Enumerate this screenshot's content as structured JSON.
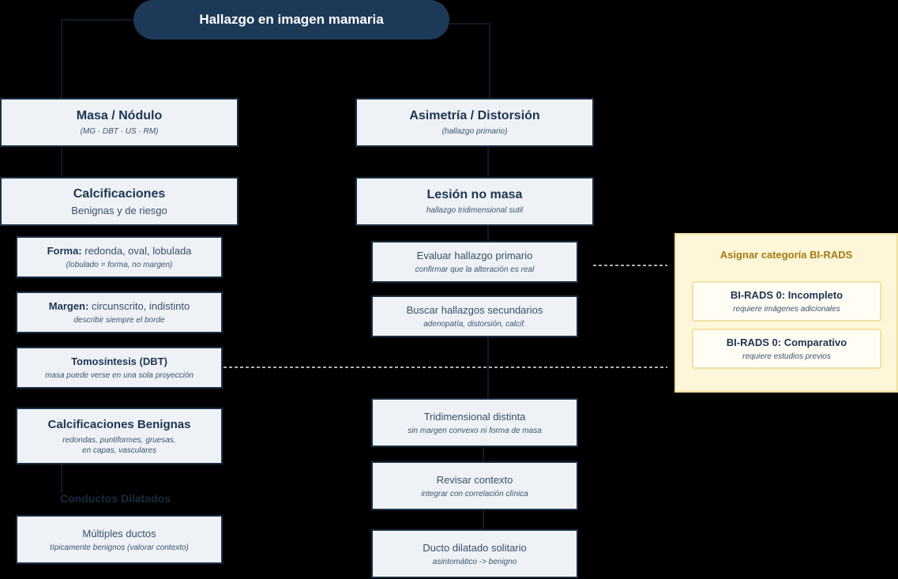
{
  "header": {
    "title": "Hallazgo en imagen mamaria"
  },
  "left": {
    "masa": {
      "title": "Masa / Nódulo",
      "subtitle": "(MG · DBT · US · RM)"
    },
    "calcificaciones": {
      "title": "Calcificaciones",
      "subtitle": "Benignas y de riesgo"
    },
    "forma": {
      "label": "Forma:",
      "value": " redonda, oval, lobulada",
      "note": "(lobulado = forma, no margen)"
    },
    "margen": {
      "label": "Margen:",
      "value": " circunscrito, indistinto",
      "note": "describir siempre el borde"
    },
    "tomosintesis": {
      "title": "Tomosíntesis (DBT)",
      "note": "masa puede verse en una sola proyección"
    },
    "calc_benignas": {
      "title": "Calcificaciones Benignas",
      "note_line1": "redondas, puntiformes, gruesas,",
      "note_line2": "en capas, vasculares"
    },
    "conductos_heading": "Conductos Dilatados",
    "multiples": {
      "title": "Múltiples ductos",
      "note": "típicamente benignos (valorar contexto)"
    }
  },
  "right": {
    "asimetria": {
      "title": "Asimetría / Distorsión",
      "subtitle": "(hallazgo primario)"
    },
    "lesion": {
      "title": "Lesión no masa",
      "subtitle": "hallazgo tridimensional sutil"
    },
    "evaluar": {
      "title": "Evaluar hallazgo primario",
      "note": "confirmar que la alteración es real"
    },
    "buscar": {
      "title": "Buscar hallazgos secundarios",
      "note": "adenopatía, distorsión, calcif."
    },
    "tridimensional": {
      "title": "Tridimensional distinta",
      "note": "sin margen convexo ni forma de masa"
    },
    "revisar": {
      "title": "Revisar contexto",
      "note": "integrar con correlación clínica"
    },
    "ducto": {
      "title": "Ducto dilatado solitario",
      "note": "asintomático -> benigno"
    }
  },
  "birads": {
    "title": "Asignar categoría BI-RADS",
    "incompleto": {
      "title": "BI-RADS 0: Incompleto",
      "note": "requiere imágenes adicionales"
    },
    "comparativo": {
      "title": "BI-RADS 0: Comparativo",
      "note": "requiere estudios previos"
    }
  },
  "colors": {
    "node_fill": "#eef2f7",
    "node_border": "#1c2f45",
    "header_fill": "#1c3a58",
    "panel_fill": "#fdf6d8",
    "panel_title": "#a27a13"
  }
}
